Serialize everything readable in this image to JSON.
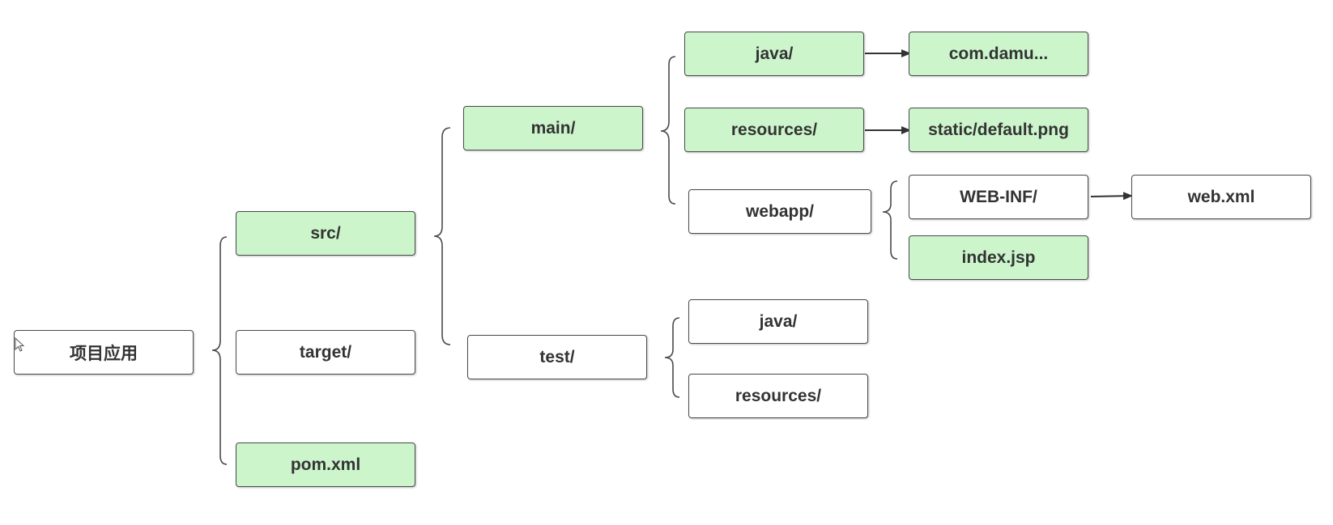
{
  "colors": {
    "highlight_fill": "#ccf5cc",
    "plain_fill": "#ffffff",
    "stroke": "#4a4a4a",
    "text": "#333333"
  },
  "nodes": {
    "root": {
      "label": "项目应用",
      "highlighted": false
    },
    "src": {
      "label": "src/",
      "highlighted": true
    },
    "target": {
      "label": "target/",
      "highlighted": false
    },
    "pom": {
      "label": "pom.xml",
      "highlighted": true
    },
    "main": {
      "label": "main/",
      "highlighted": true
    },
    "test": {
      "label": "test/",
      "highlighted": false
    },
    "main_java": {
      "label": "java/",
      "highlighted": true
    },
    "main_resources": {
      "label": "resources/",
      "highlighted": true
    },
    "webapp": {
      "label": "webapp/",
      "highlighted": false
    },
    "com_damu": {
      "label": "com.damu...",
      "highlighted": true
    },
    "static_png": {
      "label": "static/default.png",
      "highlighted": true
    },
    "web_inf": {
      "label": "WEB-INF/",
      "highlighted": false
    },
    "index_jsp": {
      "label": "index.jsp",
      "highlighted": true
    },
    "web_xml": {
      "label": "web.xml",
      "highlighted": false
    },
    "test_java": {
      "label": "java/",
      "highlighted": false
    },
    "test_resources": {
      "label": "resources/",
      "highlighted": false
    }
  },
  "brackets": [
    {
      "parent": "root",
      "children": [
        "src",
        "target",
        "pom"
      ]
    },
    {
      "parent": "src",
      "children": [
        "main",
        "test"
      ]
    },
    {
      "parent": "main",
      "children": [
        "main_java",
        "main_resources",
        "webapp"
      ]
    },
    {
      "parent": "webapp",
      "children": [
        "web_inf",
        "index_jsp"
      ]
    },
    {
      "parent": "test",
      "children": [
        "test_java",
        "test_resources"
      ]
    }
  ],
  "arrows": [
    {
      "from": "main_java",
      "to": "com_damu"
    },
    {
      "from": "main_resources",
      "to": "static_png"
    },
    {
      "from": "web_inf",
      "to": "web_xml"
    }
  ]
}
